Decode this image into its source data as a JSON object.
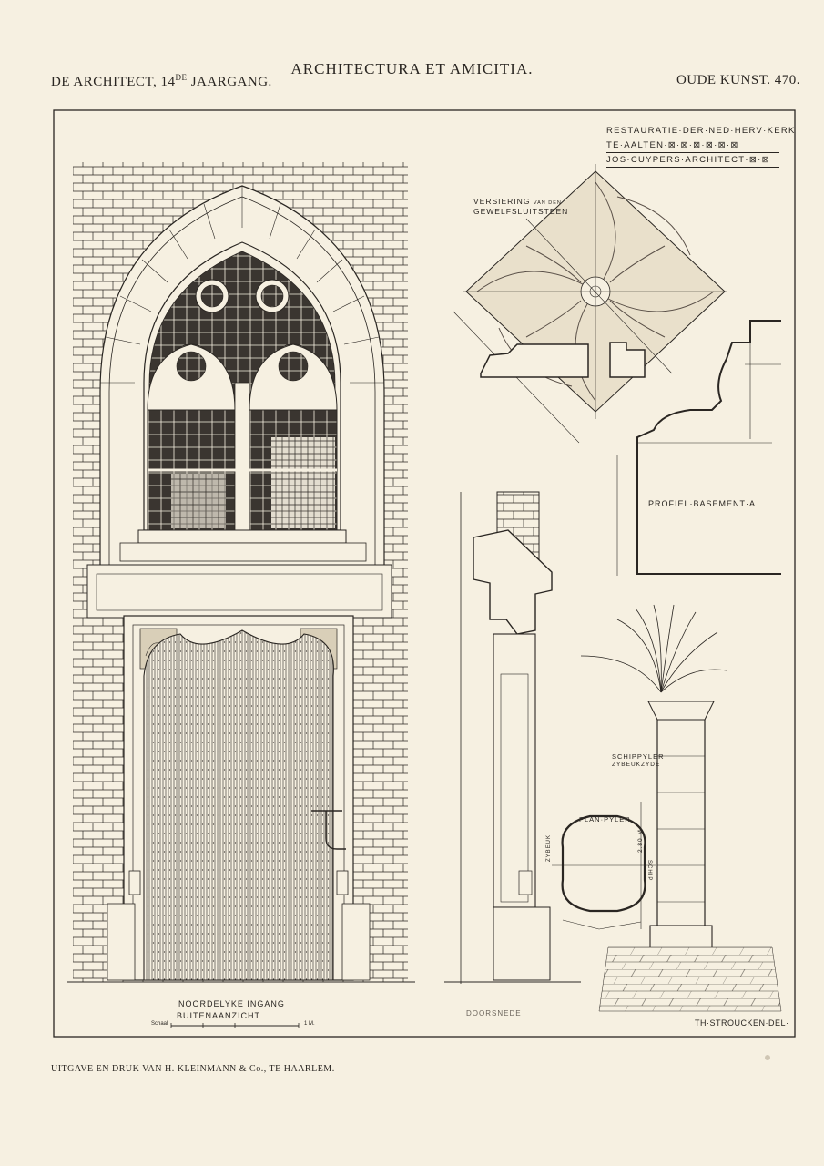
{
  "header": {
    "left_text": "DE ARCHITECT, 14",
    "left_superscript": "DE",
    "left_suffix": " JAARGANG.",
    "center_title": "ARCHITECTURA ET AMICITIA.",
    "right_text": "OUDE KUNST. 470."
  },
  "title_block": {
    "line1": "RESTAURATIE·DER·NED·HERV·KERK",
    "line2": "TE·AALTEN·⊠·⊠·⊠·⊠·⊠·⊠",
    "line3": "JOS·CUYPERS·ARCHITECT·⊠·⊠"
  },
  "labels": {
    "ornament_line1": "VERSIERING",
    "ornament_small": "VAN DEN",
    "ornament_line2": "GEWELFSLUITSTEEN",
    "profile": "PROFIEL·BASEMENT·A",
    "column_section": "SCHIPPYLER",
    "column_section2": "ZYBEUKZYDE",
    "pier_plan": "PLAN·PYLER",
    "pier_left": "ZYBEUK",
    "pier_right": "SCHIP",
    "pier_height": "2.80 M",
    "entrance_title": "NOORDELYKE INGANG",
    "entrance_subtitle": "BUITENAANZICHT",
    "scale_prefix": "Schaal",
    "scale_suffix": "1 M.",
    "section_label": "DOORSNEDE",
    "draftsman": "TH·STROUCKEN·DEL·"
  },
  "footer": {
    "publisher": "UITGAVE EN DRUK VAN H. KLEINMANN & Co., TE HAARLEM."
  },
  "colors": {
    "paper": "#f6f0e1",
    "ink": "#2a2622",
    "stone_fill": "#e8dfc9"
  }
}
